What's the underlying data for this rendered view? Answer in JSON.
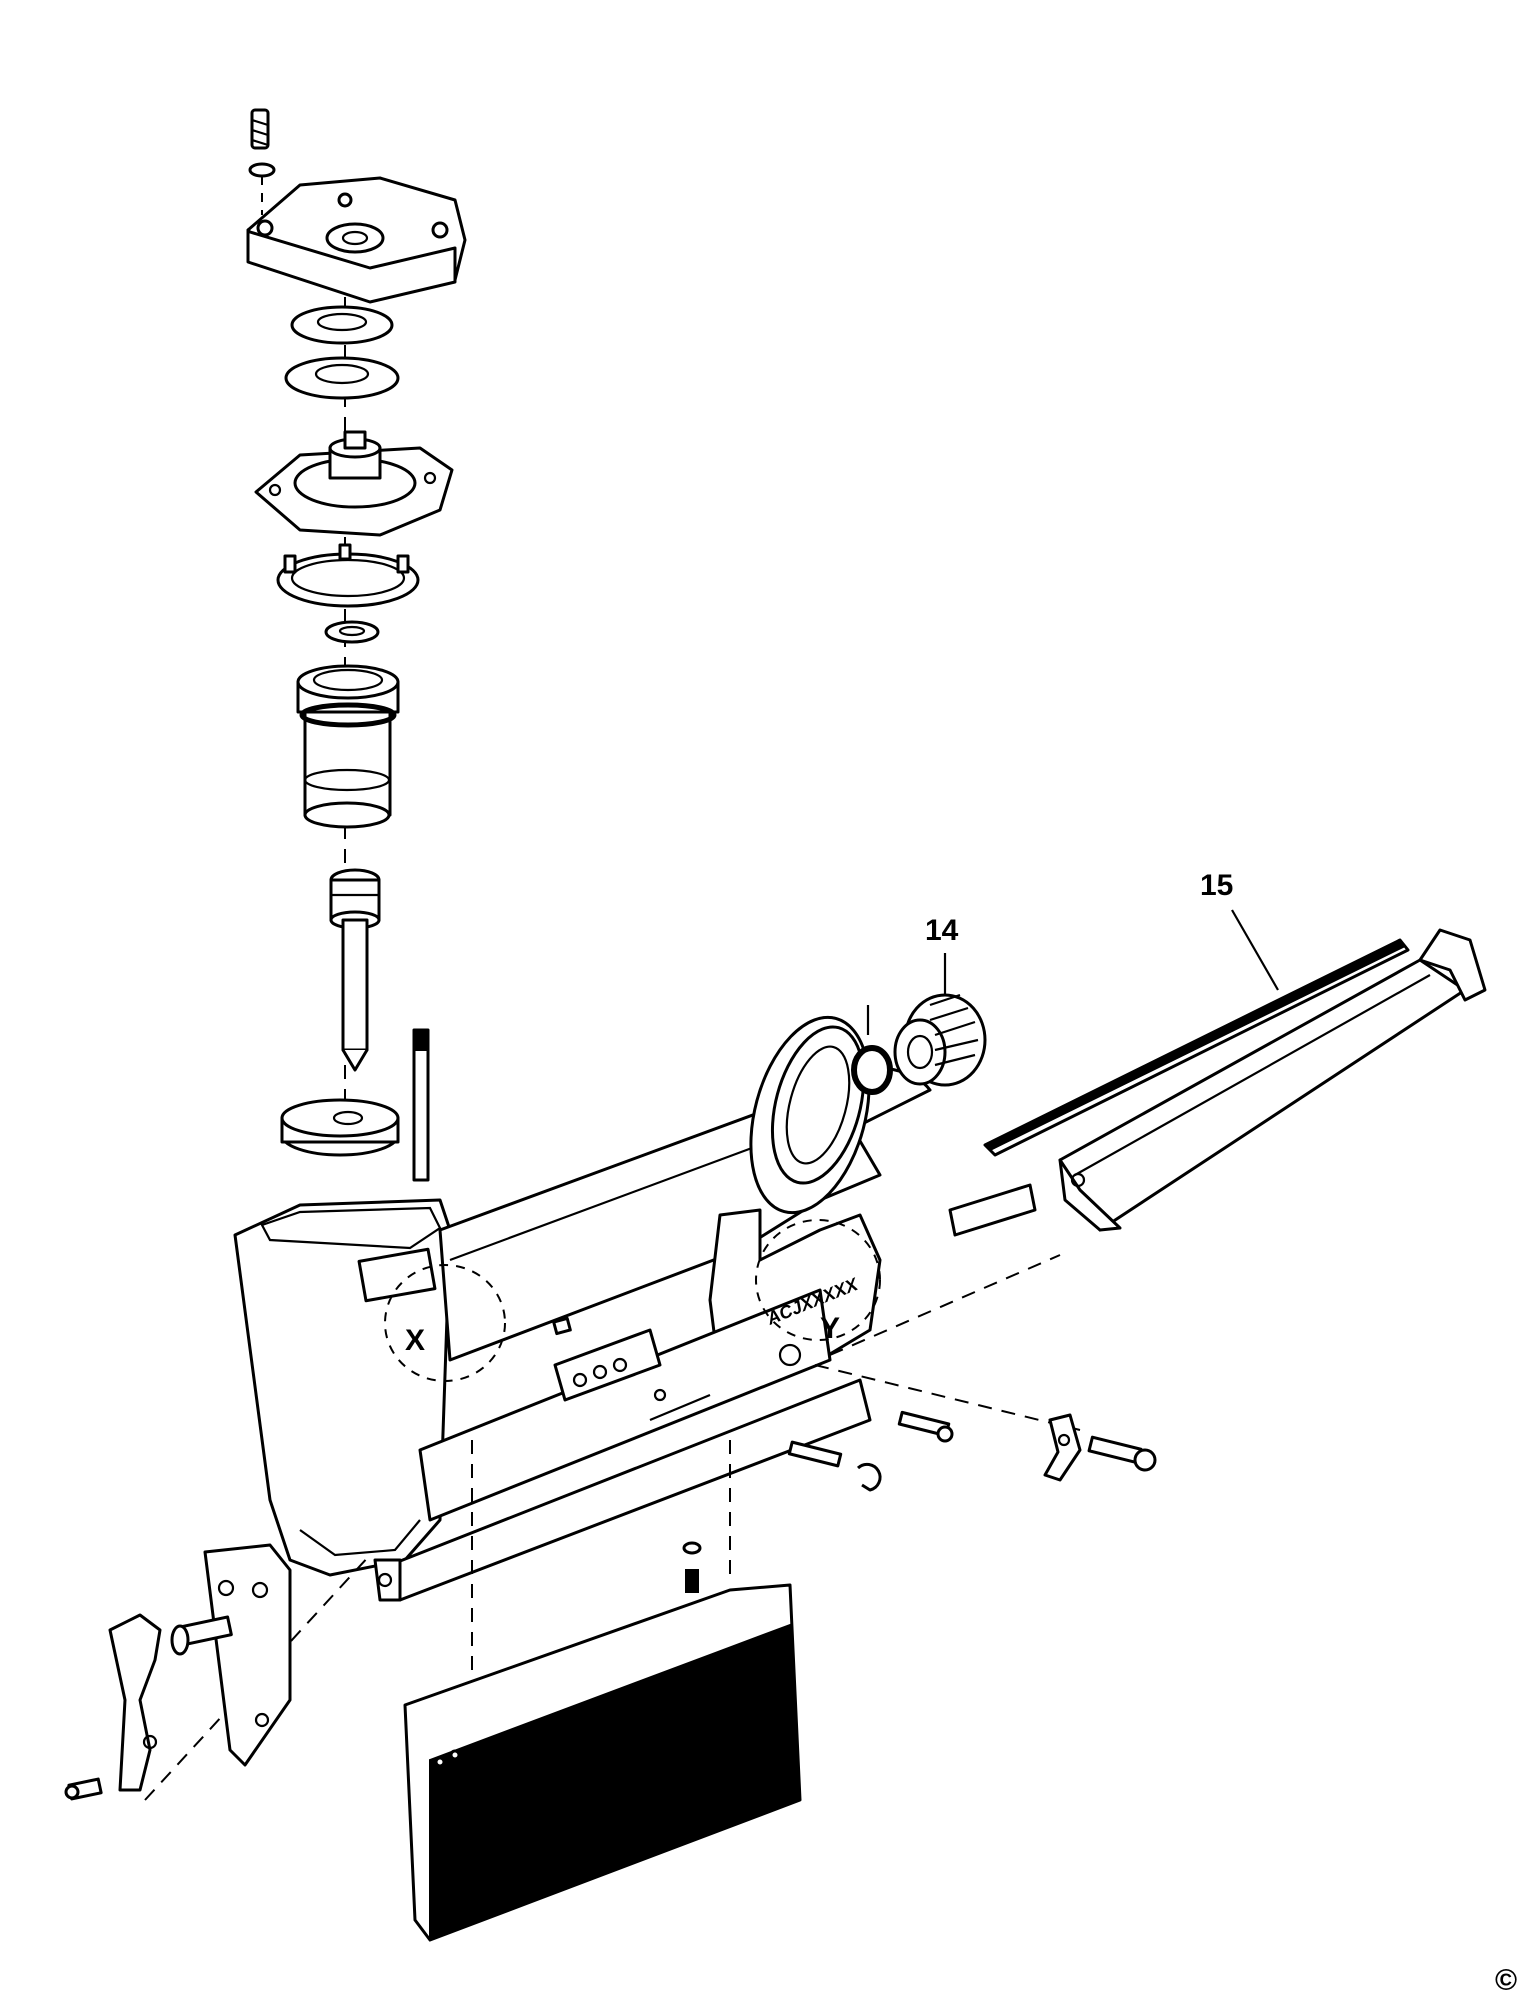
{
  "callouts": {
    "part_14": "14",
    "part_15": "15",
    "detail_x": "X",
    "detail_y": "Y"
  },
  "body_marking": "ACJXXXXX",
  "copyright": "©"
}
